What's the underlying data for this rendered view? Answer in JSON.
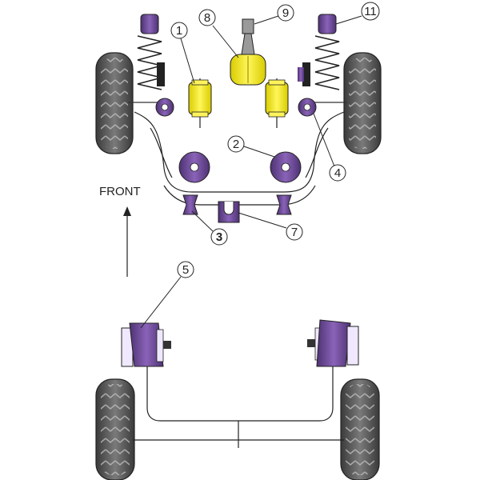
{
  "diagram": {
    "front_label": "FRONT",
    "callouts": [
      {
        "id": "1",
        "text": "1"
      },
      {
        "id": "2",
        "text": "2"
      },
      {
        "id": "3",
        "text": "3"
      },
      {
        "id": "4",
        "text": "4"
      },
      {
        "id": "5",
        "text": "5"
      },
      {
        "id": "7",
        "text": "7"
      },
      {
        "id": "8",
        "text": "8"
      },
      {
        "id": "9",
        "text": "9"
      },
      {
        "id": "11",
        "text": "11"
      }
    ],
    "colors": {
      "purple": "#7b55a8",
      "purple_dark": "#4a2f6e",
      "yellow": "#f4ec1c",
      "yellow_dark": "#b5a800",
      "tire": "#4a4a4a",
      "tire_light": "#8e8e8e",
      "metal": "#ececec",
      "outline": "#222222"
    }
  }
}
